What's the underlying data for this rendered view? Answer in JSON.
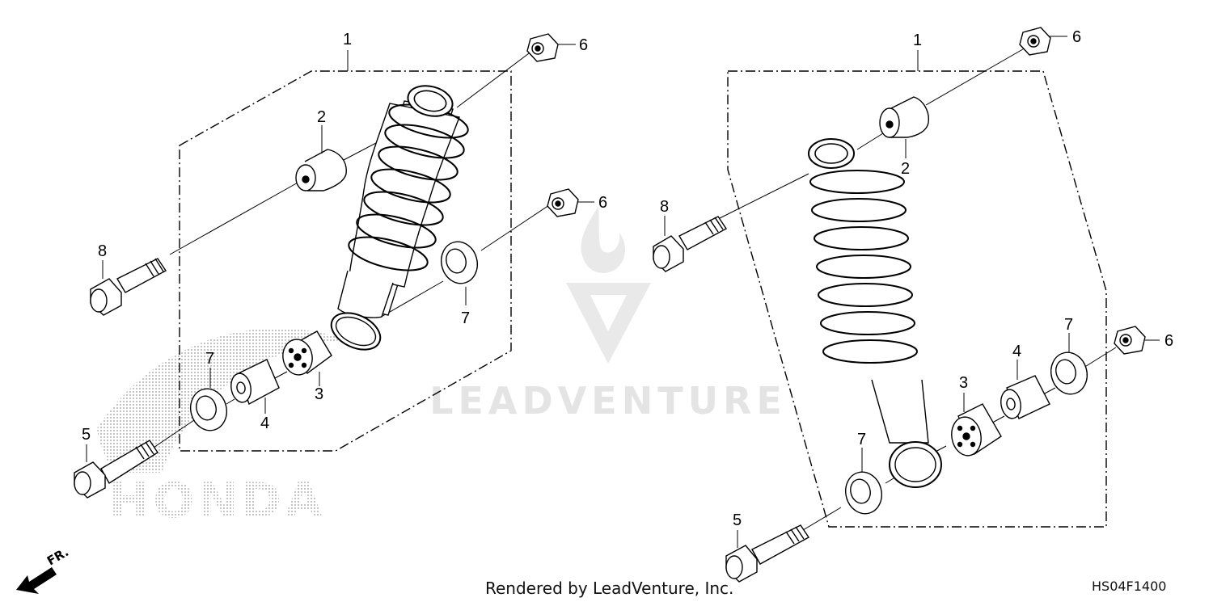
{
  "diagram": {
    "code": "HS04F1400",
    "rendered_by": "Rendered by LeadVenture, Inc.",
    "watermark": "LEADVENTURE",
    "brand_watermark": "HONDA",
    "direction_label": "FR.",
    "left_assembly": {
      "callouts": {
        "shock_absorber": "1",
        "upper_bushing": "2",
        "lower_bushing": "3",
        "collar": "4",
        "lower_bolt": "5",
        "upper_nut": "6",
        "lower_nut": "6",
        "dust_seal_lower": "7",
        "dust_seal_upper": "7",
        "upper_bolt": "8"
      }
    },
    "right_assembly": {
      "callouts": {
        "shock_absorber": "1",
        "upper_bushing": "2",
        "lower_bushing": "3",
        "collar": "4",
        "lower_bolt": "5",
        "upper_nut": "6",
        "lower_nut": "6",
        "dust_seal_upper": "7",
        "dust_seal_lower": "7",
        "upper_bolt": "8"
      }
    }
  }
}
